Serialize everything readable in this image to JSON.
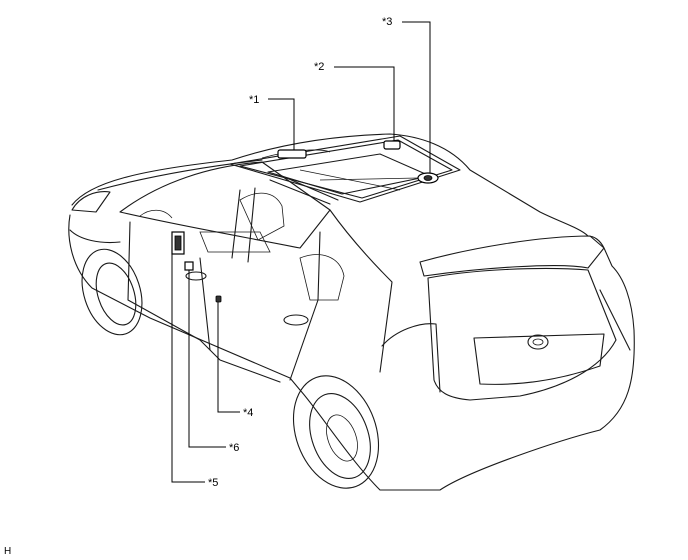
{
  "callouts": [
    {
      "id": "1",
      "label": "*1"
    },
    {
      "id": "2",
      "label": "*2"
    },
    {
      "id": "3",
      "label": "*3"
    },
    {
      "id": "4",
      "label": "*4"
    },
    {
      "id": "5",
      "label": "*5"
    },
    {
      "id": "6",
      "label": "*6"
    }
  ],
  "corner_mark": "H"
}
